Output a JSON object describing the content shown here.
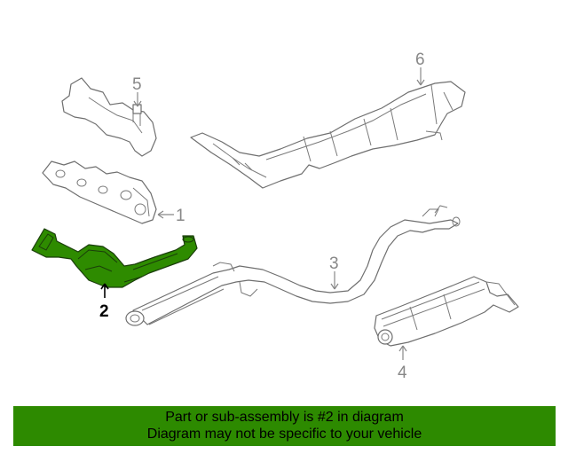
{
  "callouts": {
    "c1": "1",
    "c2": "2",
    "c3": "3",
    "c4": "4",
    "c5": "5",
    "c6": "6"
  },
  "highlight_part": "2",
  "colors": {
    "highlight": "#2e8b00",
    "banner": "#2d8a00",
    "line": "#6f6f6f"
  },
  "banner": {
    "line1": "Part or sub-assembly is #2 in diagram",
    "line2": "Diagram may not be specific to your vehicle"
  }
}
